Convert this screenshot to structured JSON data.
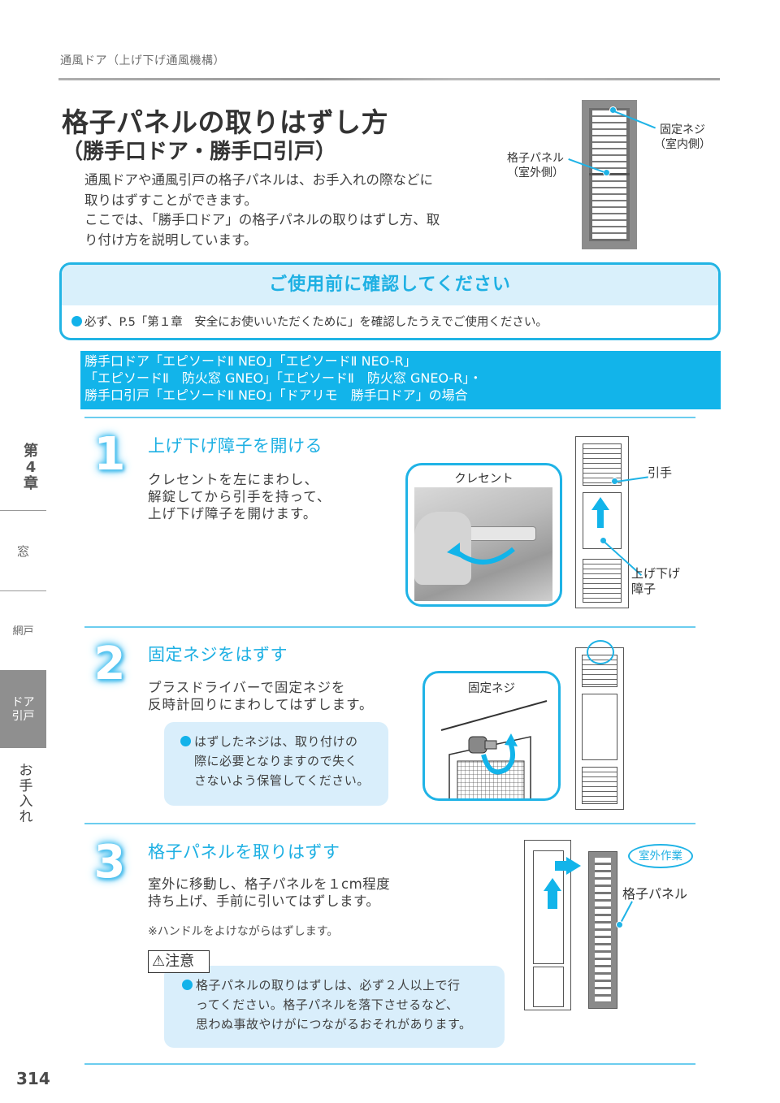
{
  "header": {
    "breadcrumb": "通風ドア（上げ下げ通風機構）",
    "title": "格子パネルの取りはずし方",
    "subtitle": "（勝手口ドア・勝手口引戸）",
    "intro": [
      "通風ドアや通風引戸の格子パネルは、お手入れの際などに",
      "取りはずすことができます。",
      "ここでは、「勝手口ドア」の格子パネルの取りはずし方、取",
      "り付け方を説明しています。"
    ]
  },
  "hero_figure": {
    "label_fixing_screw": [
      "固定ネジ",
      "（室内側）"
    ],
    "label_lattice_panel": [
      "格子パネル",
      "（室外側）"
    ]
  },
  "confirm_box": {
    "heading": "ご使用前に確認してください",
    "text": "必ず、P.5「第１章　安全にお使いいただくために」を確認したうえでご使用ください。"
  },
  "model_banner": {
    "lines": [
      "勝手口ドア「エピソードⅡ NEO」「エピソードⅡ NEO-R」",
      "「エピソードⅡ　防火窓 GNEO」「エピソードⅡ　防火窓 GNEO-R」・",
      "勝手口引戸「エピソードⅡ NEO」「ドアリモ　勝手口ドア」の場合"
    ]
  },
  "sidebar": {
    "chapter": [
      "第",
      "4",
      "章"
    ],
    "items": [
      {
        "label": "窓"
      },
      {
        "label": "網戸"
      },
      {
        "label": "ドア\n引戸",
        "lines": [
          "ドア",
          "引戸"
        ],
        "active": true
      },
      {
        "label": "お手入れ",
        "chars": [
          "お",
          "手",
          "入",
          "れ"
        ]
      }
    ]
  },
  "steps": [
    {
      "number": "1",
      "title": "上げ下げ障子を開ける",
      "text": [
        "クレセントを左にまわし、",
        "解錠してから引手を持って、",
        "上げ下げ障子を開けます。"
      ],
      "figure": {
        "zoom_label": "クレセント",
        "label_pull": "引手",
        "label_sash": [
          "上げ下げ",
          "障子"
        ]
      }
    },
    {
      "number": "2",
      "title": "固定ネジをはずす",
      "text": [
        "プラスドライバーで固定ネジを",
        "反時計回りにまわしてはずします。"
      ],
      "note": [
        "はずしたネジは、取り付けの",
        "際に必要となりますので失く",
        "さないよう保管してください。"
      ],
      "figure": {
        "zoom_label": "固定ネジ"
      }
    },
    {
      "number": "3",
      "title": "格子パネルを取りはずす",
      "text": [
        "室外に移動し、格子パネルを１cm程度",
        "持ち上げ、手前に引いてはずします。"
      ],
      "remark": "※ハンドルをよけながらはずします。",
      "caution_label": "注意",
      "caution": [
        "格子パネルの取りはずしは、必ず２人以上で行",
        "ってください。格子パネルを落下させるなど、",
        "思わぬ事故やけがにつながるおそれがあります。"
      ],
      "figure": {
        "badge": "室外作業",
        "label_panel": "格子パネル"
      }
    }
  ],
  "footer": {
    "page_number": "314"
  },
  "colors": {
    "accent": "#12b4ea",
    "accent_light": "#d9eefb",
    "text": "#3a3a3a",
    "side_active": "#8f8f8f"
  }
}
